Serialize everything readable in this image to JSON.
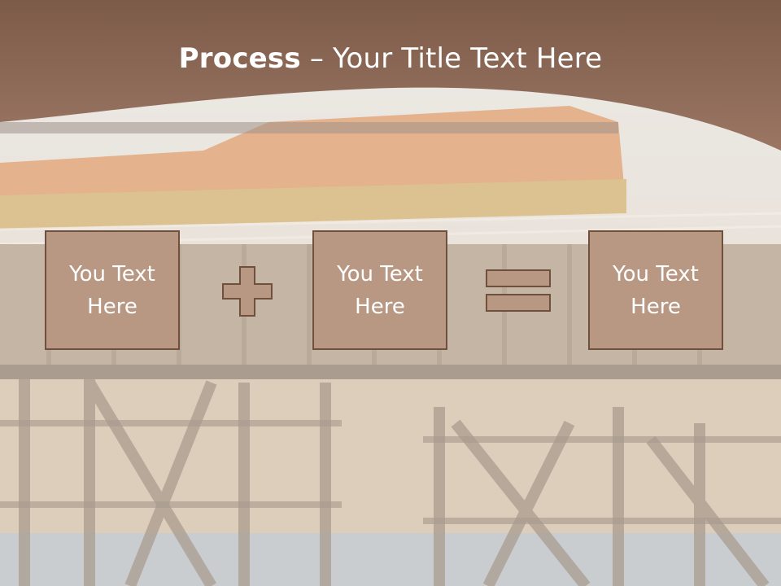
{
  "title": {
    "bold": "Process",
    "separator": " – ",
    "rest": "Your Title Text Here"
  },
  "boxes": [
    {
      "text": "You Text\nHere"
    },
    {
      "text": "You Text\nHere"
    },
    {
      "text": "You Text\nHere"
    }
  ],
  "operators": [
    "plus",
    "equals"
  ],
  "colors": {
    "header_brown": "#8d6a56",
    "box_fill": "#b99883",
    "box_border": "#6f4f3e",
    "overlay": "#f2e6da"
  }
}
